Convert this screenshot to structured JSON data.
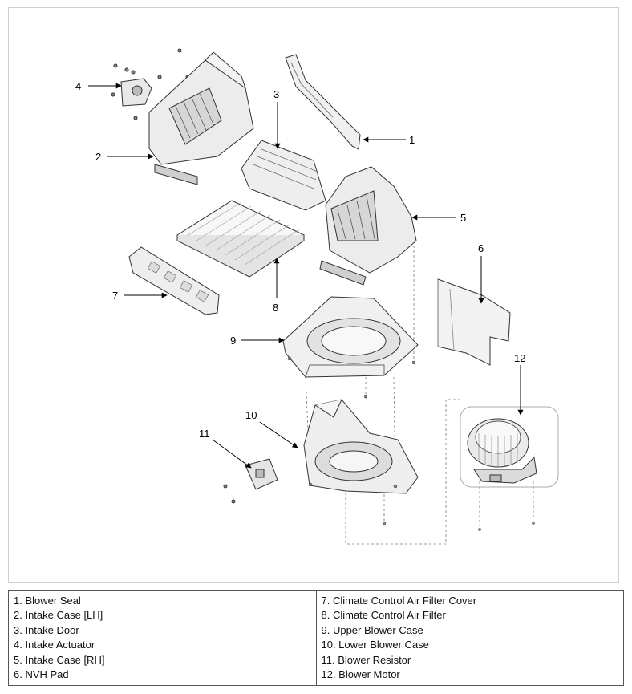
{
  "callouts": {
    "c1": "1",
    "c2": "2",
    "c3": "3",
    "c4": "4",
    "c5": "5",
    "c6": "6",
    "c7": "7",
    "c8": "8",
    "c9": "9",
    "c10": "10",
    "c11": "11",
    "c12": "12"
  },
  "legend": {
    "left": [
      "1. Blower Seal",
      "2. Intake Case [LH]",
      "3. Intake Door",
      "4. Intake Actuator",
      "5. Intake Case [RH]",
      "6. NVH Pad"
    ],
    "right": [
      "7. Climate Control Air Filter Cover",
      "8. Climate Control Air Filter",
      "9. Upper Blower Case",
      "10. Lower Blower Case",
      "11. Blower Resistor",
      "12. Blower Motor"
    ]
  }
}
